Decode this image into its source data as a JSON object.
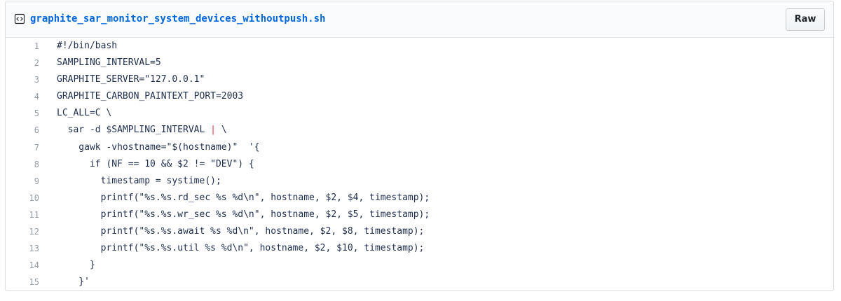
{
  "file": {
    "name": "graphite_sar_monitor_system_devices_withoutpush.sh",
    "icon": "code-file-icon",
    "raw_label": "Raw"
  },
  "code_lines": [
    {
      "num": "1",
      "text": "#!/bin/bash"
    },
    {
      "num": "2",
      "text": "SAMPLING_INTERVAL=5"
    },
    {
      "num": "3",
      "text": "GRAPHITE_SERVER=\"127.0.0.1\""
    },
    {
      "num": "4",
      "text": "GRAPHITE_CARBON_PAINTEXT_PORT=2003"
    },
    {
      "num": "5",
      "text": "LC_ALL=C \\"
    },
    {
      "num": "6",
      "text": "  sar -d $SAMPLING_INTERVAL ",
      "pipe": "|",
      "after": " \\"
    },
    {
      "num": "7",
      "text": "    gawk -vhostname=\"$(hostname)\"  '{"
    },
    {
      "num": "8",
      "text": "      if (NF == 10 && $2 != \"DEV\") {"
    },
    {
      "num": "9",
      "text": "        timestamp = systime();"
    },
    {
      "num": "10",
      "text": "        printf(\"%s.%s.rd_sec %s %d\\n\", hostname, $2, $4, timestamp);"
    },
    {
      "num": "11",
      "text": "        printf(\"%s.%s.wr_sec %s %d\\n\", hostname, $2, $5, timestamp);"
    },
    {
      "num": "12",
      "text": "        printf(\"%s.%s.await %s %d\\n\", hostname, $2, $8, timestamp);"
    },
    {
      "num": "13",
      "text": "        printf(\"%s.%s.util %s %d\\n\", hostname, $2, $10, timestamp);"
    },
    {
      "num": "14",
      "text": "      }"
    },
    {
      "num": "15",
      "text": "    }'"
    }
  ],
  "colors": {
    "link": "#0366d6",
    "code_text": "#1f2d4d",
    "line_number": "#959da5",
    "operator": "#d73a49"
  }
}
